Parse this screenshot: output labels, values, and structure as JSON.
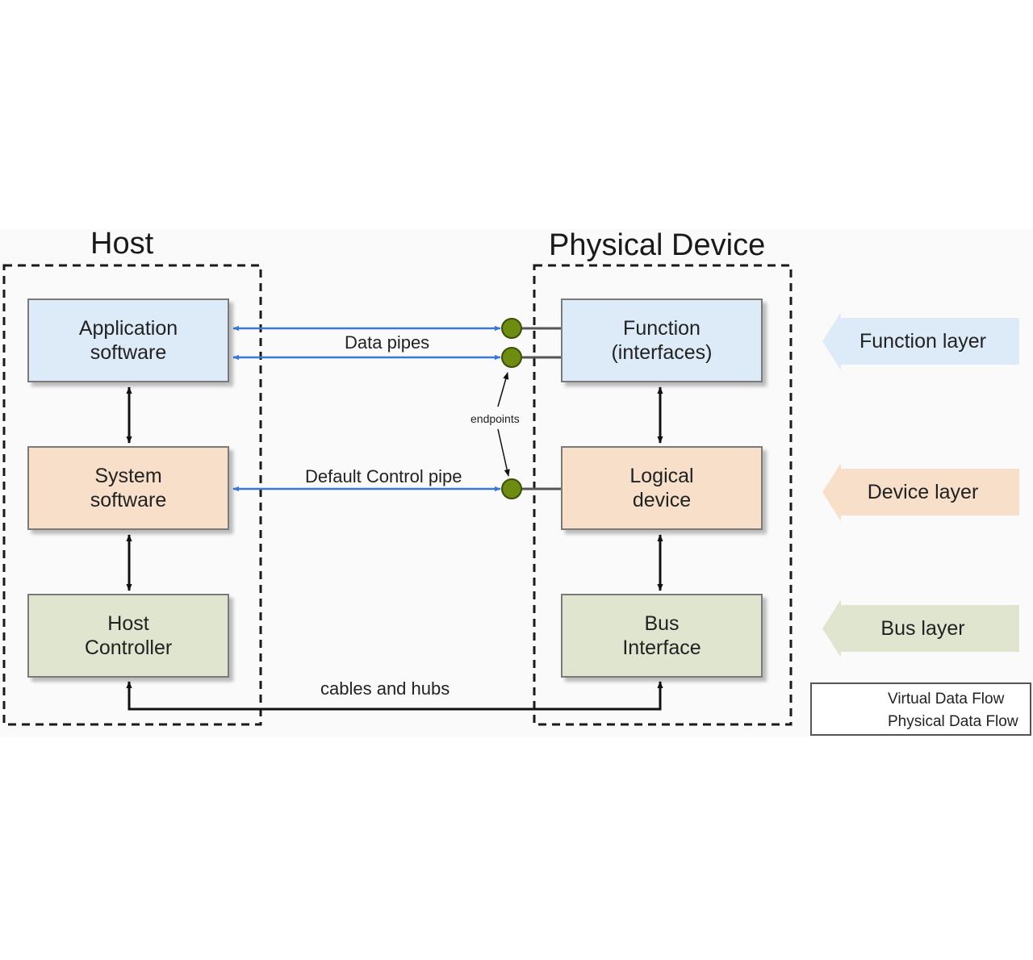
{
  "host": {
    "title": "Host",
    "application": [
      "Application",
      "software"
    ],
    "system": [
      "System",
      "software"
    ],
    "controller": [
      "Host",
      "Controller"
    ]
  },
  "device": {
    "title": "Physical Device",
    "function": [
      "Function",
      "(interfaces)"
    ],
    "logical": [
      "Logical",
      "device"
    ],
    "bus": [
      "Bus",
      "Interface"
    ]
  },
  "connections": {
    "data_pipes": "Data pipes",
    "default_control_pipe": "Default Control pipe",
    "endpoints": "endpoints",
    "cables_and_hubs": "cables and hubs"
  },
  "layers": {
    "function": "Function layer",
    "device": "Device layer",
    "bus": "Bus layer"
  },
  "legend": {
    "virtual": "Virtual Data Flow",
    "physical": "Physical Data Flow"
  },
  "colors": {
    "virtual_flow": "#3a78d8",
    "physical_flow": "#111111",
    "endpoint": "#6e8c12",
    "function_layer": "#ddeaf7",
    "device_layer": "#f7dfca",
    "bus_layer": "#dfe5cf"
  }
}
